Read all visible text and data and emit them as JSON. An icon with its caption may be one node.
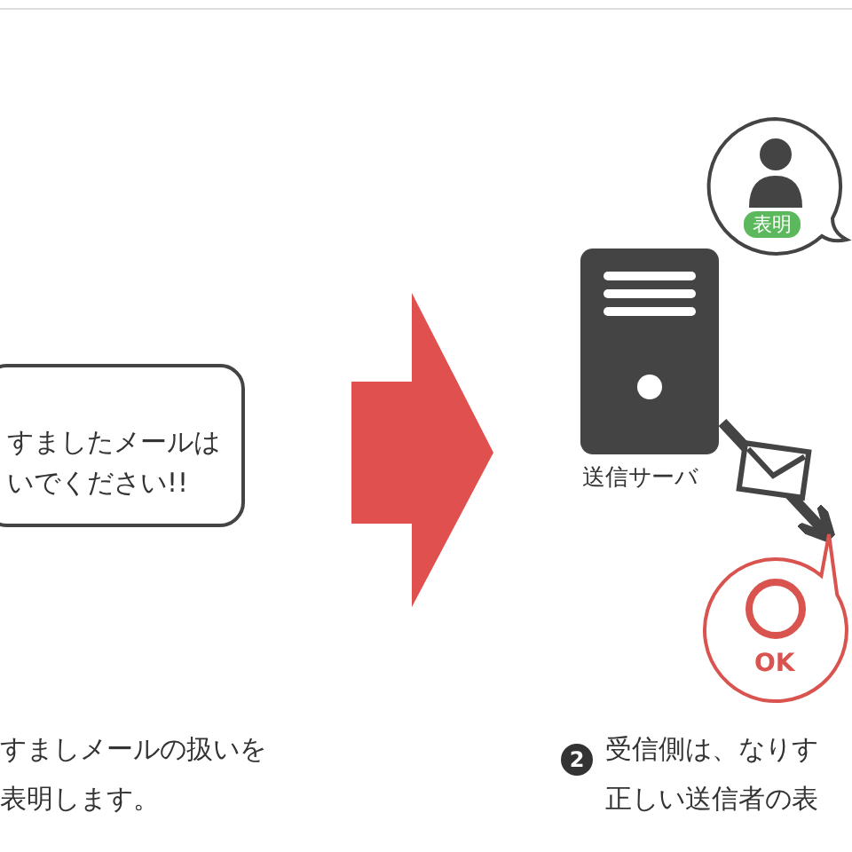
{
  "diagram": {
    "nodes": [
      {
        "text": [
          "すましたメールはいでください!!"
        ]
      },
      {
        "text": [
          "表明"
        ]
      },
      {
        "text": [
          "送信サーバ"
        ]
      },
      {
        "text": [
          "OK"
        ]
      }
    ],
    "edges": [
      {
        "from": 2,
        "to": 3,
        "arrow": "to"
      }
    ],
    "labels": [
      "すましメールの扱いを表明します。",
      "2",
      "受信側は、なりす正しい送信者の表"
    ]
  }
}
